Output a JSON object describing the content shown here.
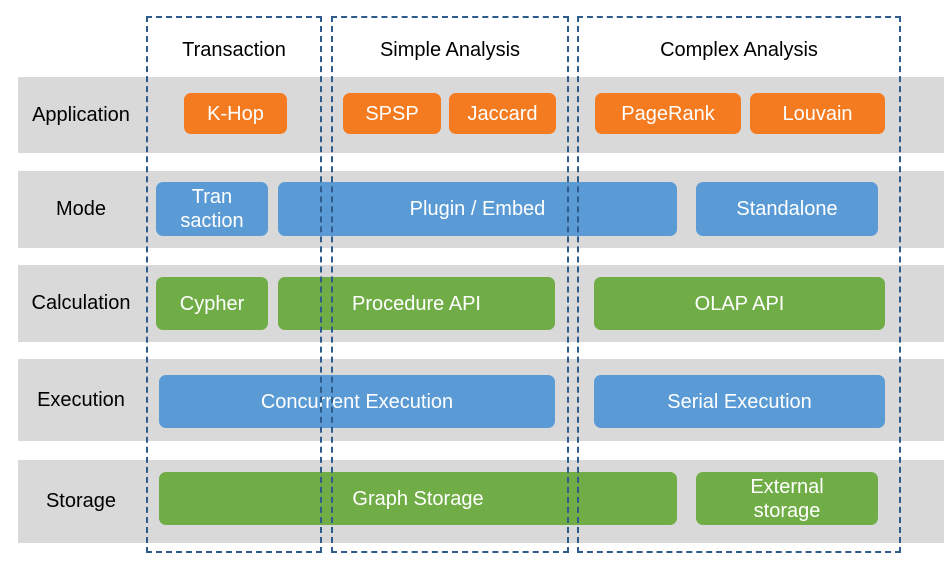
{
  "columns": {
    "transaction": "Transaction",
    "simple": "Simple Analysis",
    "complex": "Complex Analysis"
  },
  "rows": {
    "application": "Application",
    "mode": "Mode",
    "calculation": "Calculation",
    "execution": "Execution",
    "storage": "Storage"
  },
  "application": {
    "khop": "K-Hop",
    "spsp": "SPSP",
    "jaccard": "Jaccard",
    "pagerank": "PageRank",
    "louvain": "Louvain"
  },
  "mode": {
    "transaction": "Tran\nsaction",
    "plugin": "Plugin / Embed",
    "standalone": "Standalone"
  },
  "calculation": {
    "cypher": "Cypher",
    "procedure": "Procedure API",
    "olap": "OLAP API"
  },
  "execution": {
    "concurrent": "Concurrent Execution",
    "serial": "Serial Execution"
  },
  "storage": {
    "graph": "Graph Storage",
    "external": "External\nstorage"
  },
  "colors": {
    "application": "#f47b20",
    "mode": "#5b9bd5",
    "calculation": "#70ad47",
    "execution": "#5b9bd5",
    "storage": "#70ad47",
    "band": "#d9d9d9",
    "dashed_border": "#2e5c8a"
  }
}
